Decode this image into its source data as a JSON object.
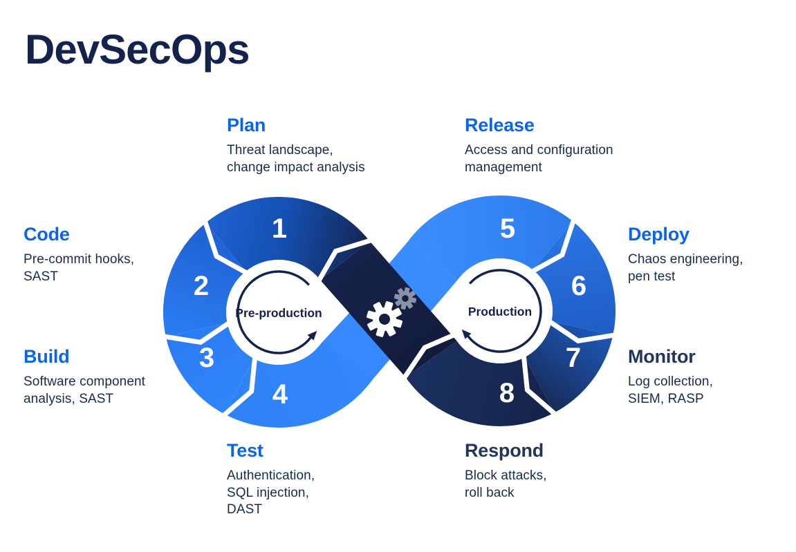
{
  "title": "DevSecOps",
  "colors": {
    "accent_blue": "#0C66E4",
    "dark_navy_heading": "#22355C",
    "title_navy": "#14234D",
    "body_text": "#172B4D",
    "bright_blue_segment": "#3488FD",
    "dark_band": "#14224A",
    "gear_gray": "#8A94A6"
  },
  "hubs": {
    "left": {
      "label": "Pre-production"
    },
    "right": {
      "label": "Production"
    }
  },
  "center_icon": "gears",
  "steps": [
    {
      "number": "1",
      "name": "Plan",
      "description": "Threat landscape,\nchange impact analysis",
      "heading_style": "blue"
    },
    {
      "number": "2",
      "name": "Code",
      "description": "Pre-commit hooks,\nSAST",
      "heading_style": "blue"
    },
    {
      "number": "3",
      "name": "Build",
      "description": "Software component\nanalysis, SAST",
      "heading_style": "blue"
    },
    {
      "number": "4",
      "name": "Test",
      "description": "Authentication,\nSQL injection,\nDAST",
      "heading_style": "blue"
    },
    {
      "number": "5",
      "name": "Release",
      "description": "Access and configuration\nmanagement",
      "heading_style": "blue"
    },
    {
      "number": "6",
      "name": "Deploy",
      "description": "Chaos engineering,\npen test",
      "heading_style": "blue"
    },
    {
      "number": "7",
      "name": "Monitor",
      "description": "Log collection,\nSIEM, RASP",
      "heading_style": "dark"
    },
    {
      "number": "8",
      "name": "Respond",
      "description": "Block attacks,\nroll back",
      "heading_style": "dark"
    }
  ]
}
